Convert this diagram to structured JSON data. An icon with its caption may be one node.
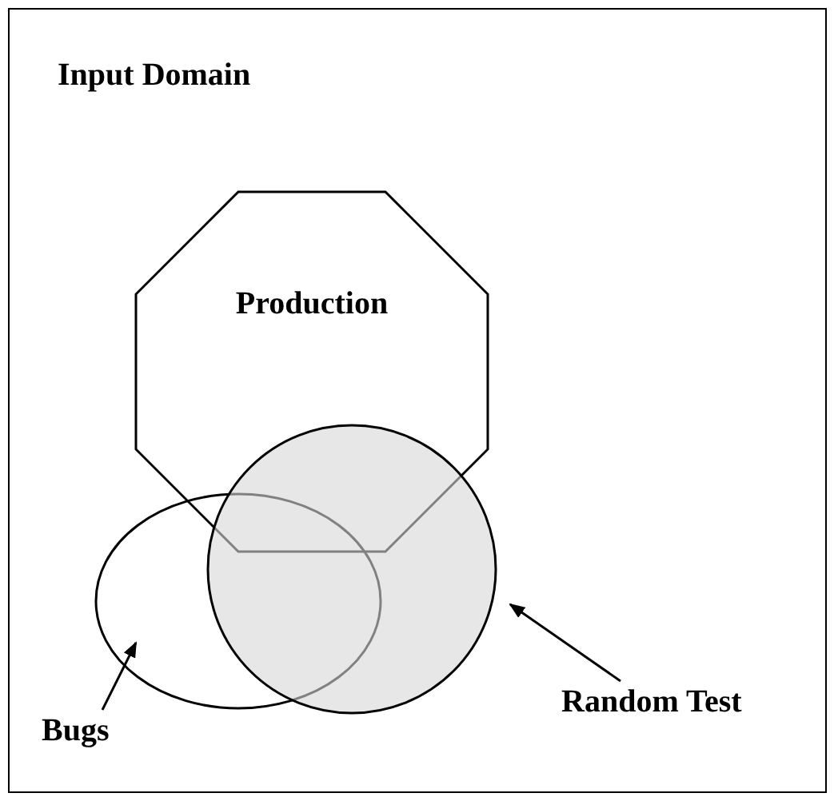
{
  "diagram": {
    "nodes": [
      {
        "text": [
          "Input Domain"
        ]
      },
      {
        "text": [
          "Production"
        ],
        "in": 0
      },
      {
        "text": [],
        "shape": "ellipse",
        "in": 0
      },
      {
        "text": [],
        "shape": "circle",
        "in": 0
      },
      {
        "text": [
          "Bugs"
        ],
        "in": 0
      },
      {
        "text": [
          "Random Test"
        ],
        "in": 0
      }
    ],
    "edges": [
      {
        "from": 4,
        "to": 2,
        "arrow": "to"
      },
      {
        "from": 5,
        "to": 3,
        "arrow": "to"
      }
    ]
  }
}
